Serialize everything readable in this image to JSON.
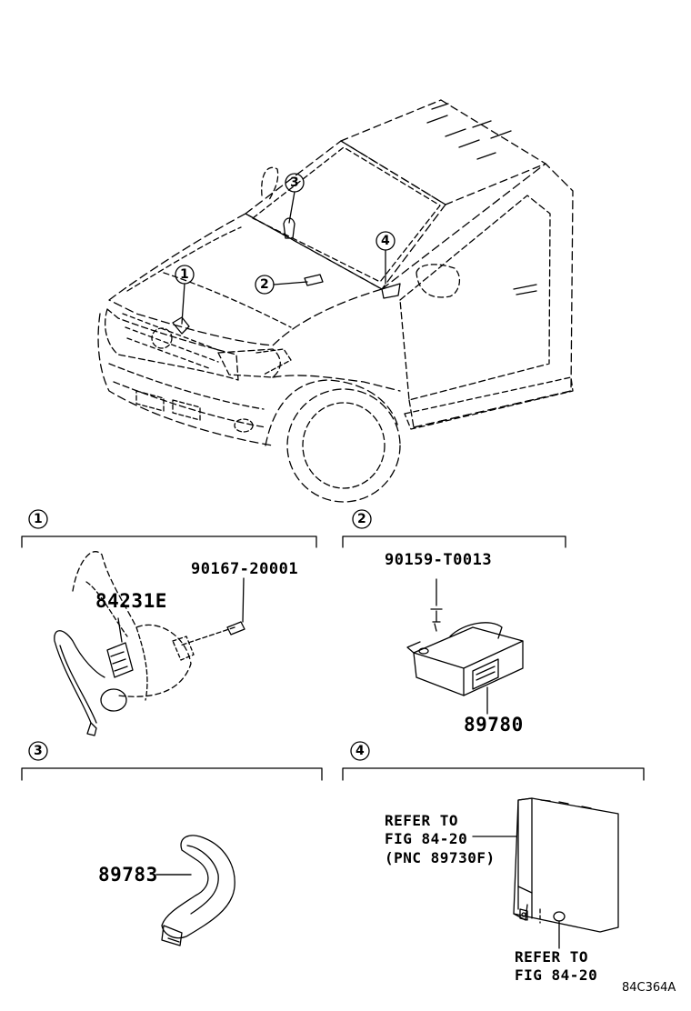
{
  "callouts": [
    "1",
    "2",
    "3",
    "4"
  ],
  "sections": [
    {
      "id": "1",
      "parts": [
        "90167-20001",
        "84231E"
      ]
    },
    {
      "id": "2",
      "parts": [
        "90159-T0013",
        "89780"
      ]
    },
    {
      "id": "3",
      "parts": [
        "89783"
      ]
    },
    {
      "id": "4",
      "refer1": [
        "REFER TO",
        "FIG 84-20",
        "(PNC 89730F)"
      ],
      "refer2": [
        "REFER TO",
        "FIG 84-20"
      ]
    }
  ],
  "figure_code": "84C364A"
}
